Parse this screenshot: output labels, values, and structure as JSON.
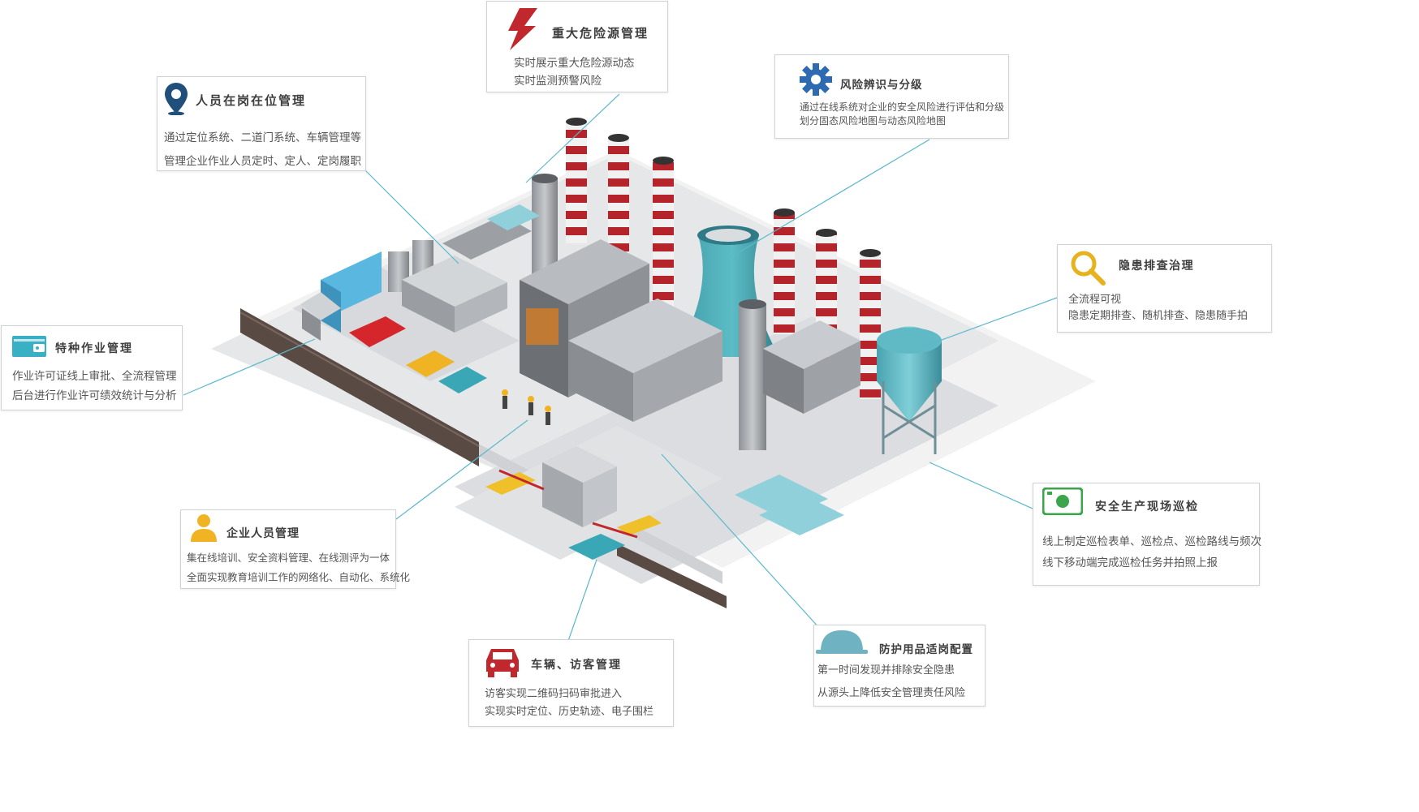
{
  "cards": {
    "hazard": {
      "title": "重大危险源管理",
      "lines": [
        "实时展示重大危险源动态",
        "实时监测预警风险"
      ],
      "icon": "lightning-icon",
      "icon_color": "#c0282d"
    },
    "personnel": {
      "title": "人员在岗在位管理",
      "lines": [
        "通过定位系统、二道门系统、车辆管理等",
        "管理企业作业人员定时、定人、定岗履职"
      ],
      "icon": "location-pin-icon",
      "icon_color": "#1f4f7a"
    },
    "risk": {
      "title": "风险辨识与分级",
      "lines": [
        "通过在线系统对企业的安全风险进行评估和分级",
        "划分固态风险地图与动态风险地图"
      ],
      "icon": "gear-icon",
      "icon_color": "#2e6ab1"
    },
    "hidden": {
      "title": "隐患排查治理",
      "lines": [
        "全流程可视",
        "隐患定期排查、随机排查、隐患随手拍"
      ],
      "icon": "magnifier-icon",
      "icon_color": "#e6b21e"
    },
    "special": {
      "title": "特种作业管理",
      "lines": [
        "作业许可证线上审批、全流程管理",
        "后台进行作业许可绩效统计与分析"
      ],
      "icon": "wallet-icon",
      "icon_color": "#3ab0c4"
    },
    "patrol": {
      "title": "安全生产现场巡检",
      "lines": [
        "线上制定巡检表单、巡检点、巡检路线与频次",
        "线下移动端完成巡检任务并拍照上报"
      ],
      "icon": "camera-icon",
      "icon_color": "#3aa54a"
    },
    "staff": {
      "title": "企业人员管理",
      "lines": [
        "集在线培训、安全资料管理、在线测评为一体",
        "全面实现教育培训工作的网络化、自动化、系统化"
      ],
      "icon": "person-icon",
      "icon_color": "#f0b323"
    },
    "vehicle": {
      "title": "车辆、访客管理",
      "lines": [
        "访客实现二维码扫码审批进入",
        "实现实时定位、历史轨迹、电子围栏"
      ],
      "icon": "car-icon",
      "icon_color": "#c0282d"
    },
    "ppe": {
      "title": "防护用品适岗配置",
      "lines": [
        "第一时间发现并排除安全隐患",
        "从源头上降低安全管理责任风险"
      ],
      "icon": "helmet-icon",
      "icon_color": "#6fb2c2"
    }
  },
  "colors": {
    "leader": "#5bb8cc",
    "tower_red": "#b5242a",
    "teal": "#4fa9b4",
    "ground": "#e9eaeb"
  }
}
